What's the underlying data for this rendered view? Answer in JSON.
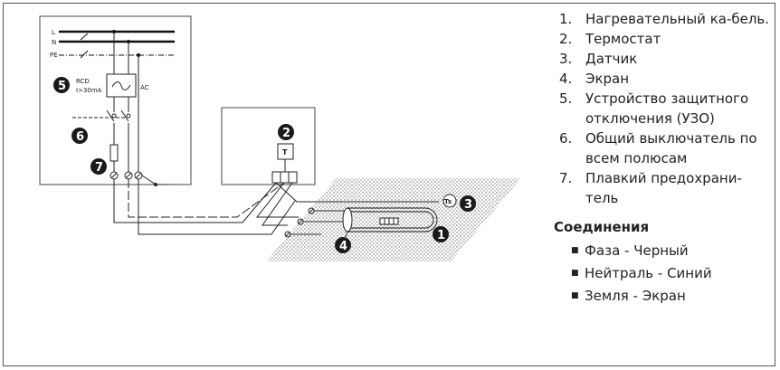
{
  "diagram": {
    "line_labels": [
      "L",
      "N",
      "PE"
    ],
    "rcd_label": "RCD",
    "rcd_rating": "I>30mA",
    "ac_label": "AC",
    "thermostat_symbol": "T",
    "sensor_symbol": "Ts",
    "badges": [
      "1",
      "2",
      "3",
      "4",
      "5",
      "6",
      "7"
    ]
  },
  "legend": {
    "items": [
      {
        "num": "1.",
        "text": "Нагревательный ка-бель."
      },
      {
        "num": "2.",
        "text": "Термостат"
      },
      {
        "num": "3.",
        "text": "Датчик"
      },
      {
        "num": "4.",
        "text": "Экран"
      },
      {
        "num": "5.",
        "text": "Устройство защитного отключения (УЗО)"
      },
      {
        "num": "6.",
        "text": "Общий выключатель по всем полюсам"
      },
      {
        "num": "7.",
        "text": "Плавкий предохрани-тель"
      }
    ],
    "connections_title": "Соединения",
    "connections": [
      {
        "bullet": "■",
        "text": "Фаза - Черный"
      },
      {
        "bullet": "■",
        "text": "Нейтраль - Синий"
      },
      {
        "bullet": "■",
        "text": "Земля - Экран"
      }
    ]
  }
}
